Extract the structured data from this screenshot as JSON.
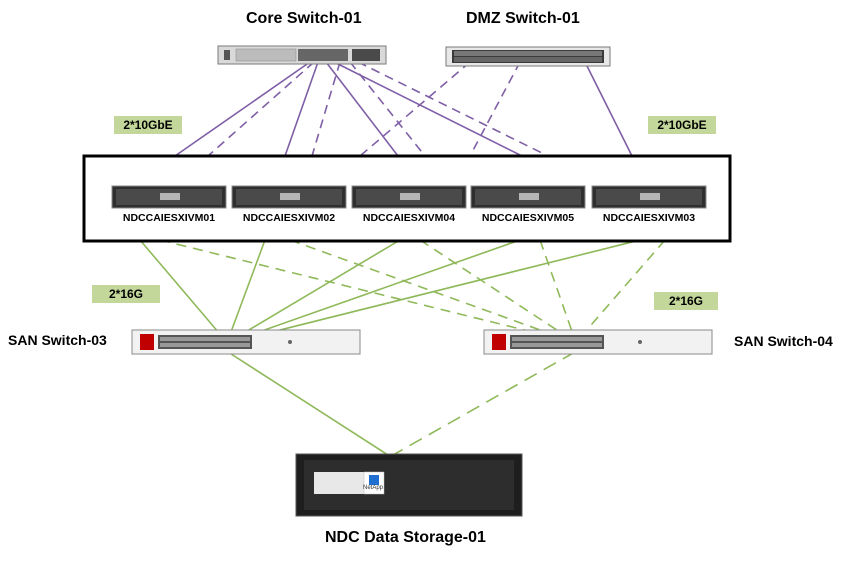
{
  "core_switch": {
    "label": "Core Switch-01"
  },
  "dmz_switch": {
    "label": "DMZ Switch-01"
  },
  "hosts": [
    {
      "label": "NDCCAIESXIVM01"
    },
    {
      "label": "NDCCAIESXIVM02"
    },
    {
      "label": "NDCCAIESXIVM04"
    },
    {
      "label": "NDCCAIESXIVM05"
    },
    {
      "label": "NDCCAIESXIVM03"
    }
  ],
  "san_switch_left": {
    "label": "SAN Switch-03"
  },
  "san_switch_right": {
    "label": "SAN Switch-04"
  },
  "storage": {
    "label": "NDC Data Storage-01",
    "brand": "NetApp"
  },
  "badges": {
    "eth_left": "2*10GbE",
    "eth_right": "2*10GbE",
    "fc_left": "2*16G",
    "fc_right": "2*16G"
  },
  "colors": {
    "ethernet_link": "#7f5fa6",
    "fc_link": "#8fb95a",
    "badge_fill": "#c4d79b"
  }
}
